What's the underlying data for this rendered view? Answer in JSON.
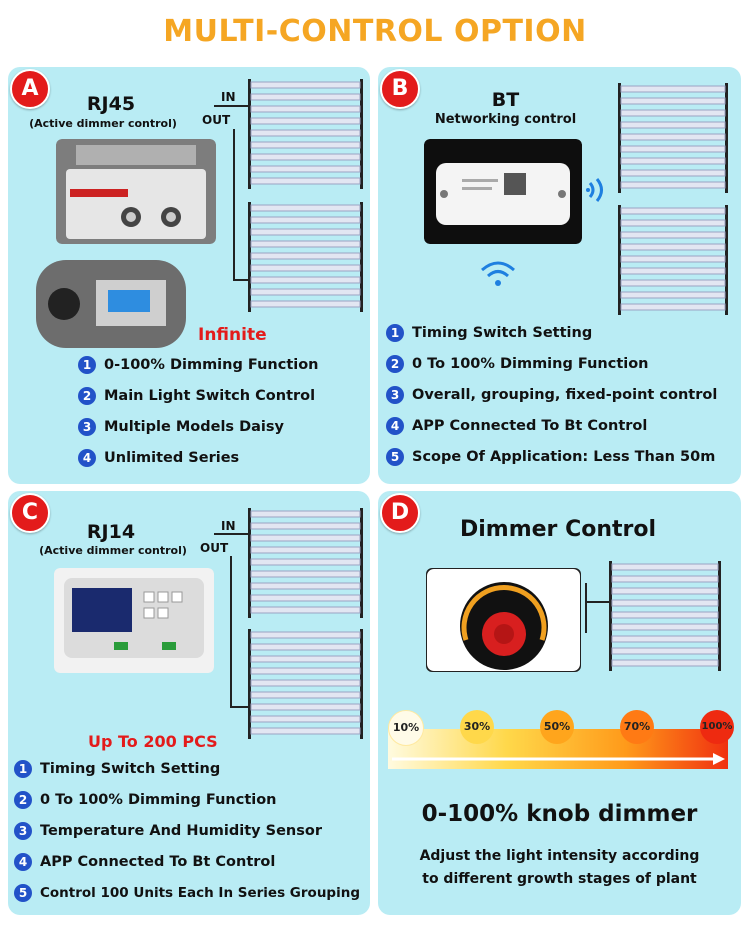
{
  "title": "MULTI-CONTROL OPTION",
  "panels": {
    "a": {
      "badge": "A",
      "heading": "RJ45",
      "subheading": "(Active dimmer control)",
      "in_label": "IN",
      "out_label": "OUT",
      "highlight": "Infinite",
      "features": [
        "0-100% Dimming Function",
        "Main Light Switch Control",
        "Multiple Models Daisy",
        "Unlimited Series"
      ]
    },
    "b": {
      "badge": "B",
      "heading": "BT",
      "subheading": "Networking control",
      "features": [
        "Timing Switch Setting",
        "0 To 100% Dimming Function",
        "Overall, grouping, fixed-point control",
        "APP Connected To Bt Control",
        "Scope Of Application: Less Than 50m"
      ]
    },
    "c": {
      "badge": "C",
      "heading": "RJ14",
      "subheading": "(Active dimmer control)",
      "in_label": "IN",
      "out_label": "OUT",
      "highlight": "Up To 200 PCS",
      "features": [
        "Timing Switch Setting",
        "0 To 100% Dimming Function",
        "Temperature And Humidity Sensor",
        "APP Connected To Bt Control",
        "Control 100 Units Each In Series Grouping"
      ]
    },
    "d": {
      "badge": "D",
      "heading": "Dimmer Control",
      "levels": [
        "10%",
        "30%",
        "50%",
        "70%",
        "100%"
      ],
      "headline": "0-100% knob dimmer",
      "description_line1": "Adjust the light intensity according",
      "description_line2": "to different growth stages of plant"
    }
  },
  "colors": {
    "title": "#f5a623",
    "badge": "#e31b1b",
    "panel": "#b9ecf4",
    "number": "#2252c8",
    "highlight": "#e31b1b"
  }
}
